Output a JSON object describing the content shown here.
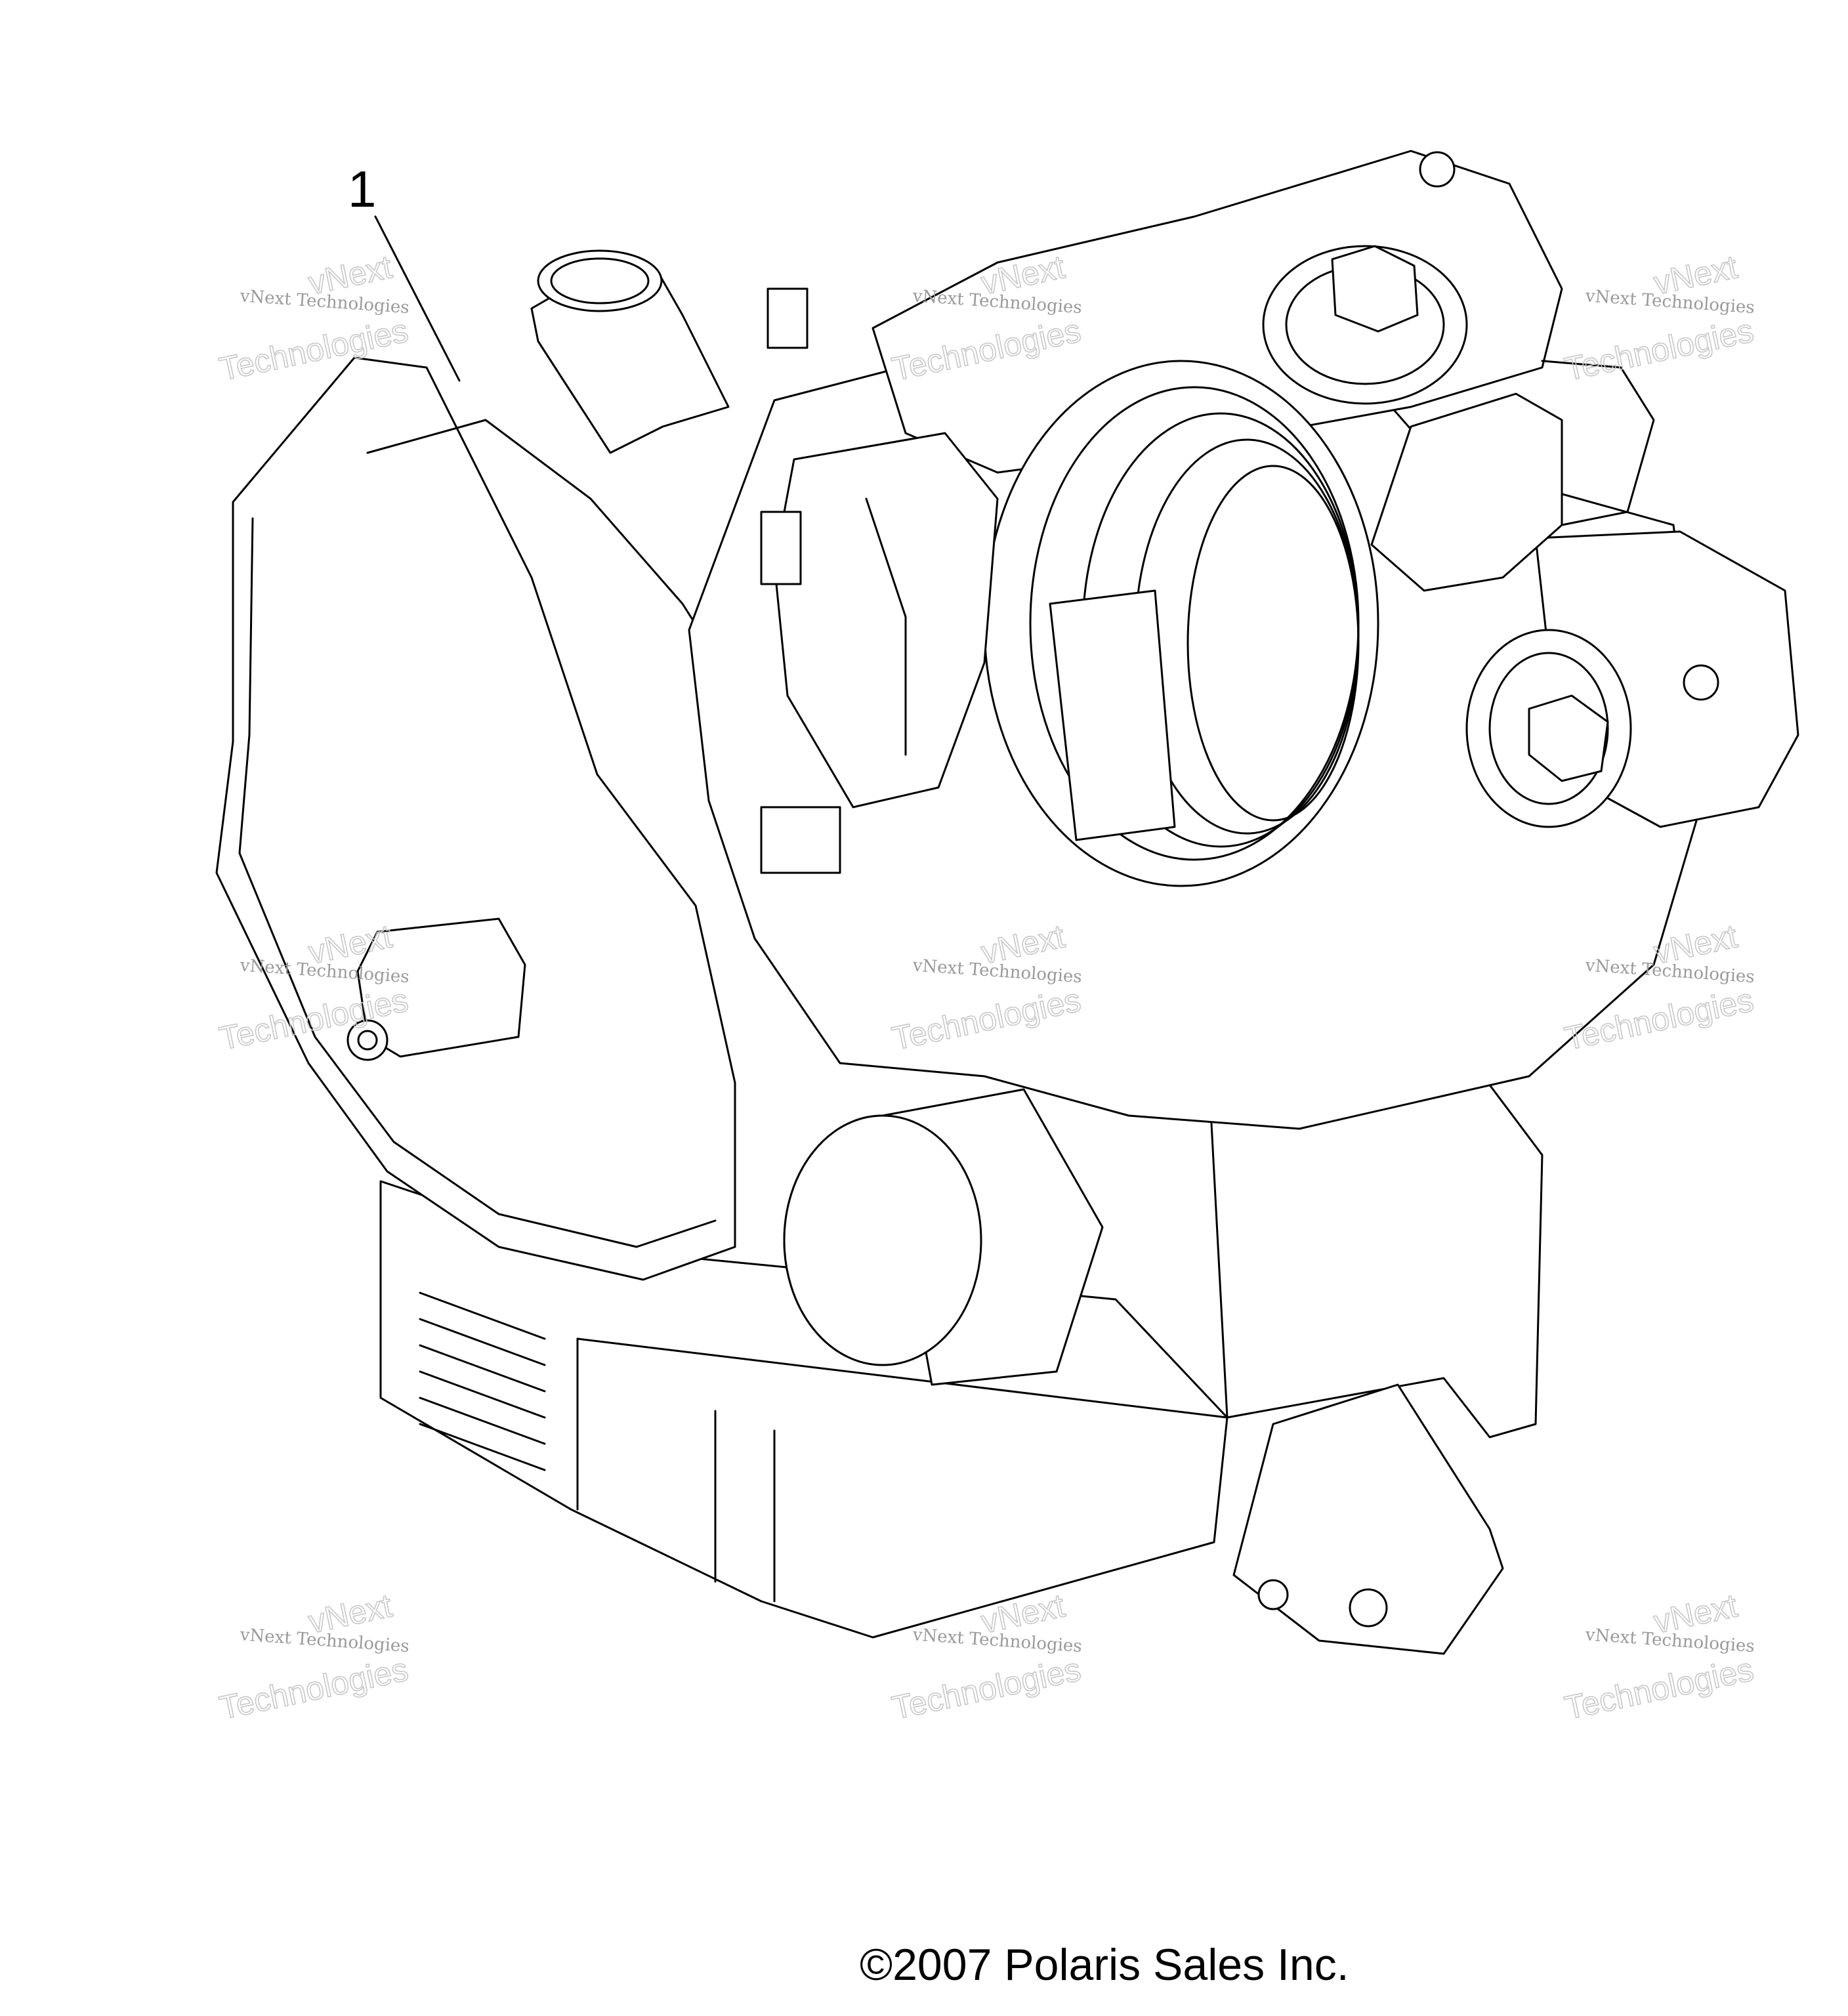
{
  "callout": {
    "label": "1"
  },
  "watermark": {
    "line1": "vNext",
    "line2": "vNext Technologies",
    "line3": "Technologies"
  },
  "copyright": {
    "symbol": "©",
    "text": "2007 Polaris Sales Inc."
  }
}
